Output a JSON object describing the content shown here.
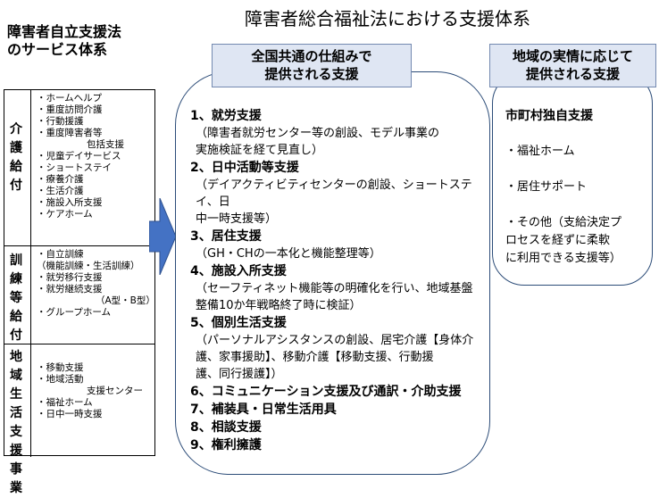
{
  "left_title": [
    "障害者自立支援法",
    "のサービス体系"
  ],
  "main_title": "障害者総合福祉法における支援体系",
  "left_table": [
    {
      "category": "介護給付",
      "services": [
        {
          "text": "・ホームヘルプ"
        },
        {
          "text": "・重度訪問介護"
        },
        {
          "text": "・行動援護"
        },
        {
          "text": "・重度障害者等"
        },
        {
          "text": "包括支援",
          "indent": 1
        },
        {
          "text": "・児童デイサービス"
        },
        {
          "text": "・ショートステイ"
        },
        {
          "text": "・療養介護"
        },
        {
          "text": "・生活介護"
        },
        {
          "text": "・施設入所支援"
        },
        {
          "text": "・ケアホーム"
        }
      ]
    },
    {
      "category": "訓練等給付",
      "services": [
        {
          "text": "・自立訓練"
        },
        {
          "text": "（機能訓練・生活訓練）"
        },
        {
          "text": "・就労移行支援"
        },
        {
          "text": "・就労継続支援"
        },
        {
          "text": "（A型・B型）",
          "indent": 2
        },
        {
          "text": "・グループホーム"
        }
      ]
    },
    {
      "category": "地域生活支援事業",
      "services": [
        {
          "text": "・移動支援"
        },
        {
          "text": "・地域活動"
        },
        {
          "text": "支援センター",
          "indent": 1
        },
        {
          "text": "・福祉ホーム"
        },
        {
          "text": "・日中一時支援"
        }
      ]
    }
  ],
  "main_header": [
    "全国共通の仕組みで",
    "提供される支援"
  ],
  "main_items": [
    {
      "title": "1、就労支援",
      "detail": [
        "（障害者就労センター等の創設、モデル事業の",
        "実施検証を経て見直し）"
      ]
    },
    {
      "title": "2、日中活動等支援",
      "detail": [
        "（デイアクティビティセンターの創設、ショートステイ、日",
        "中一時支援等）"
      ]
    },
    {
      "title": "3、居住支援",
      "detail": [
        "（GH・CHの一本化と機能整理等）"
      ]
    },
    {
      "title": "4、施設入所支援",
      "detail": [
        "（セーフティネット機能等の明確化を行い、地域基盤",
        "整備10か年戦略終了時に検証）"
      ]
    },
    {
      "title": "5、個別生活支援",
      "detail": [
        "（パーソナルアシスタンスの創設、居宅介護【身体介",
        "護、家事援助】、移動介護【移動支援、行動援",
        "護、同行援護】）"
      ]
    },
    {
      "title": "6、コミュニケーション支援及び通訳・介助支援",
      "detail": []
    },
    {
      "title": "7、補装具・日常生活用具",
      "detail": []
    },
    {
      "title": "8、相談支援",
      "detail": []
    },
    {
      "title": "9、権利擁護",
      "detail": []
    }
  ],
  "right_header": [
    "地域の実情に応じて",
    "提供される支援"
  ],
  "right_title": "市町村独自支援",
  "right_items": [
    [
      "・福祉ホーム"
    ],
    [
      "・居住サポート"
    ],
    [
      "・その他（支給決定プ",
      "ロセスを経ずに柔軟",
      "に利用できる支援等）"
    ]
  ],
  "colors": {
    "box_border": "#2c4c78",
    "header_fill": "#dfe6f3",
    "arrow_fill": "#4472c4"
  }
}
